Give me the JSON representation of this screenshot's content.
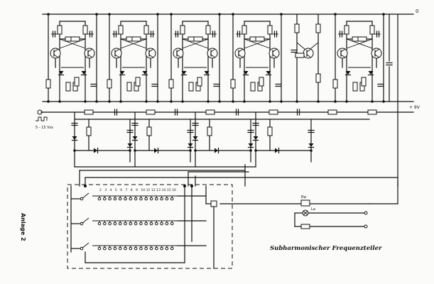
{
  "diagram": {
    "title": "Subharmonischer Frequenzteiler",
    "side_label": "Anlage 2",
    "rail_top_label": "0",
    "rail_mid_label": "+ 9V",
    "input_label": "5 - 15 Vss",
    "stage_count": 6,
    "switch_bank_labels": [
      "2",
      "3",
      "4",
      "5",
      "6",
      "7",
      "8",
      "9",
      "10",
      "11",
      "12",
      "13",
      "14",
      "15",
      "16"
    ],
    "switch_rows": 3,
    "fuse_label": "Ew",
    "lamp_label": "La"
  }
}
